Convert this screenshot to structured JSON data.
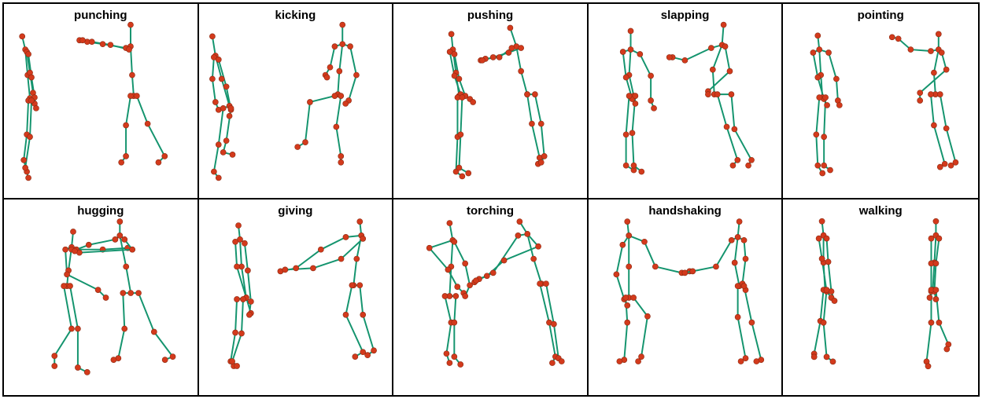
{
  "colors": {
    "bone": "#14946e",
    "joint": "#d33a1c",
    "border": "#000000"
  },
  "panels": [
    {
      "label": "punching"
    },
    {
      "label": "kicking"
    },
    {
      "label": "pushing"
    },
    {
      "label": "slapping"
    },
    {
      "label": "pointing"
    },
    {
      "label": "hugging"
    },
    {
      "label": "giving"
    },
    {
      "label": "torching"
    },
    {
      "label": "handshaking"
    },
    {
      "label": "walking"
    }
  ]
}
